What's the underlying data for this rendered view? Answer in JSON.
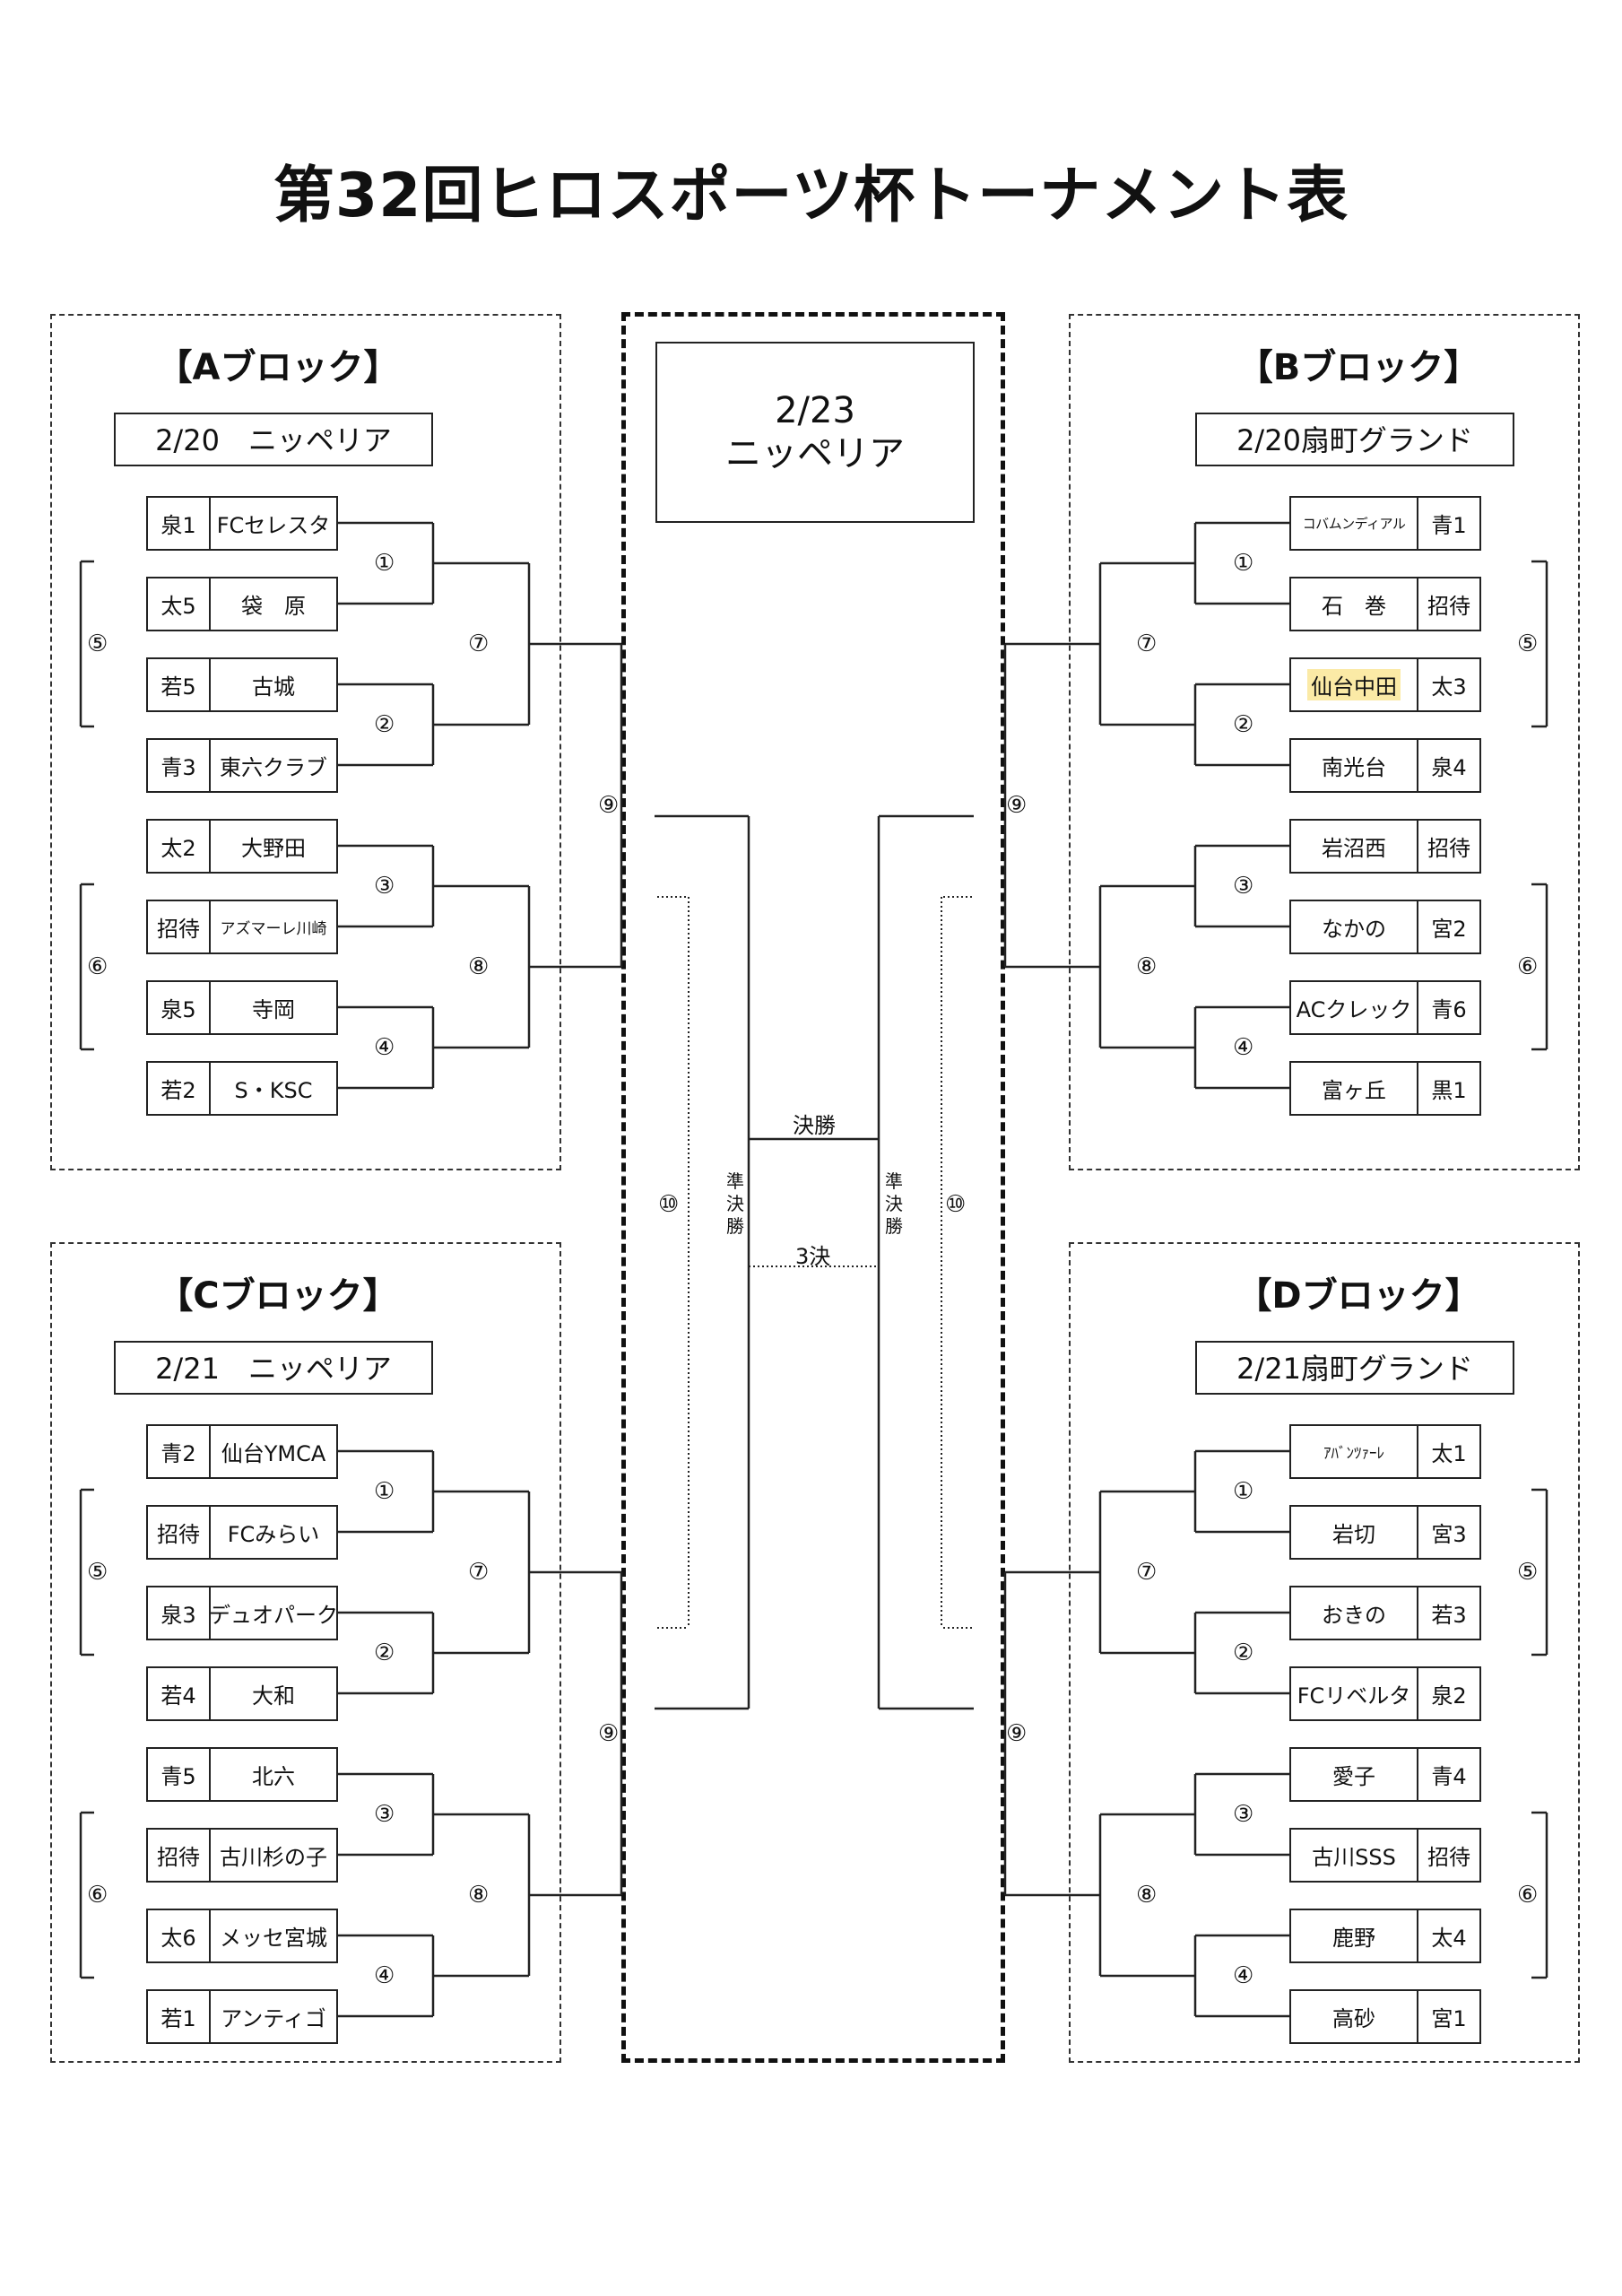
{
  "title": "第32回ヒロスポーツ杯トーナメント表",
  "final": {
    "date": "2/23",
    "venue": "ニッペリア",
    "final_label": "決勝",
    "semi_label": [
      "準",
      "決",
      "勝"
    ],
    "third_label": "3決",
    "r10_label": "⑩"
  },
  "blocks": {
    "A": {
      "title": "【Aブロック】",
      "date": "2/20　ニッペリア",
      "teams": [
        {
          "seed": "泉1",
          "name": "FCセレスタ"
        },
        {
          "seed": "太5",
          "name": "袋　原"
        },
        {
          "seed": "若5",
          "name": "古城"
        },
        {
          "seed": "青3",
          "name": "東六クラブ"
        },
        {
          "seed": "太2",
          "name": "大野田"
        },
        {
          "seed": "招待",
          "name": "アズマーレ川崎"
        },
        {
          "seed": "泉5",
          "name": "寺岡"
        },
        {
          "seed": "若2",
          "name": "S・KSC"
        }
      ],
      "matches": [
        "①",
        "②",
        "③",
        "④",
        "⑤",
        "⑥",
        "⑦",
        "⑧",
        "⑨"
      ]
    },
    "B": {
      "title": "【Bブロック】",
      "date": "2/20扇町グランド",
      "teams": [
        {
          "seed": "青1",
          "name": "コバムンディアル"
        },
        {
          "seed": "招待",
          "name": "石　巻"
        },
        {
          "seed": "太3",
          "name": "仙台中田"
        },
        {
          "seed": "泉4",
          "name": "南光台"
        },
        {
          "seed": "招待",
          "name": "岩沼西"
        },
        {
          "seed": "宮2",
          "name": "なかの"
        },
        {
          "seed": "青6",
          "name": "ACクレック"
        },
        {
          "seed": "黒1",
          "name": "富ヶ丘"
        }
      ],
      "matches": [
        "①",
        "②",
        "③",
        "④",
        "⑤",
        "⑥",
        "⑦",
        "⑧",
        "⑨"
      ]
    },
    "C": {
      "title": "【Cブロック】",
      "date": "2/21　ニッペリア",
      "teams": [
        {
          "seed": "青2",
          "name": "仙台YMCA"
        },
        {
          "seed": "招待",
          "name": "FCみらい"
        },
        {
          "seed": "泉3",
          "name": "デュオパーク"
        },
        {
          "seed": "若4",
          "name": "大和"
        },
        {
          "seed": "青5",
          "name": "北六"
        },
        {
          "seed": "招待",
          "name": "古川杉の子"
        },
        {
          "seed": "太6",
          "name": "メッセ宮城"
        },
        {
          "seed": "若1",
          "name": "アンティゴ"
        }
      ],
      "matches": [
        "①",
        "②",
        "③",
        "④",
        "⑤",
        "⑥",
        "⑦",
        "⑧",
        "⑨"
      ]
    },
    "D": {
      "title": "【Dブロック】",
      "date": "2/21扇町グランド",
      "teams": [
        {
          "seed": "太1",
          "name": "ｱﾊﾞﾝﾂｧｰﾚ"
        },
        {
          "seed": "宮3",
          "name": "岩切"
        },
        {
          "seed": "若3",
          "name": "おきの"
        },
        {
          "seed": "泉2",
          "name": "FCリベルタ"
        },
        {
          "seed": "青4",
          "name": "愛子"
        },
        {
          "seed": "招待",
          "name": "古川SSS"
        },
        {
          "seed": "太4",
          "name": "鹿野"
        },
        {
          "seed": "宮1",
          "name": "高砂"
        }
      ],
      "matches": [
        "①",
        "②",
        "③",
        "④",
        "⑤",
        "⑥",
        "⑦",
        "⑧",
        "⑨"
      ]
    }
  }
}
